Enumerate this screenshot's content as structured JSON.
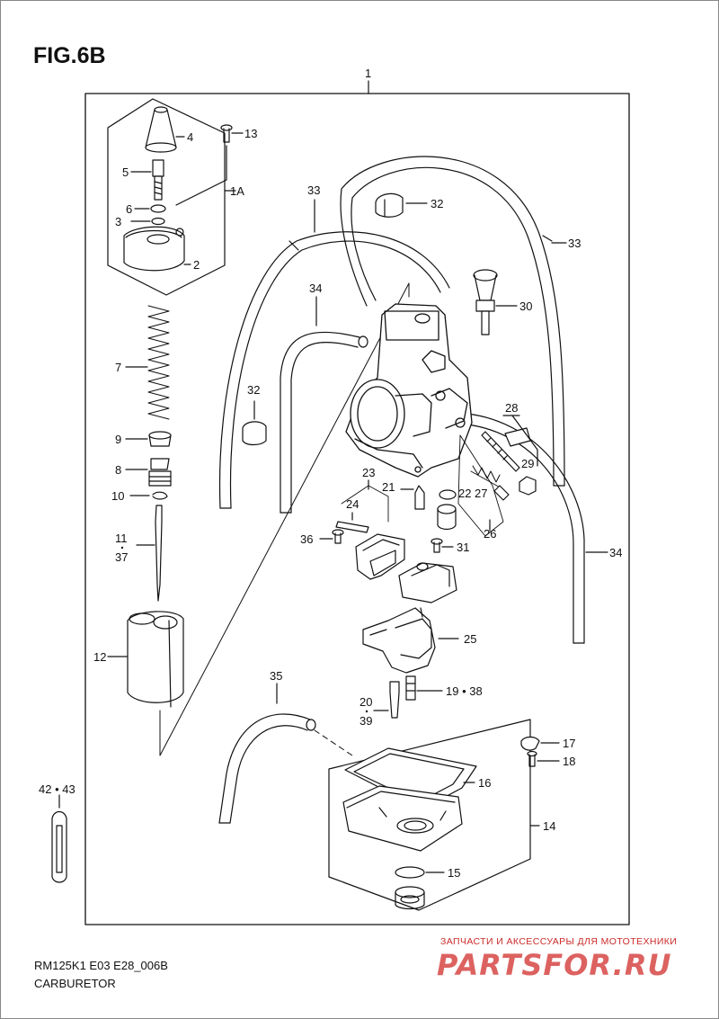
{
  "figure": {
    "title": "FIG.6B"
  },
  "footer": {
    "code": "RM125K1 E03 E28_006B",
    "name": "CARBURETOR"
  },
  "watermark": {
    "text": "ЗАПЧАСТИ И АКСЕССУАРЫ ДЛЯ МОТОТЕХНИКИ",
    "logo": "PARTSFOR.RU"
  },
  "callouts": [
    {
      "id": "c1",
      "label": "1"
    },
    {
      "id": "c13",
      "label": "13"
    },
    {
      "id": "c4",
      "label": "4"
    },
    {
      "id": "c1a",
      "label": "1A"
    },
    {
      "id": "c5",
      "label": "5"
    },
    {
      "id": "c6",
      "label": "6"
    },
    {
      "id": "c3",
      "label": "3"
    },
    {
      "id": "c2",
      "label": "2"
    },
    {
      "id": "c7",
      "label": "7"
    },
    {
      "id": "c9",
      "label": "9"
    },
    {
      "id": "c8",
      "label": "8"
    },
    {
      "id": "c10",
      "label": "10"
    },
    {
      "id": "c11",
      "label": "11"
    },
    {
      "id": "c37",
      "label": "37"
    },
    {
      "id": "c12",
      "label": "12"
    },
    {
      "id": "c4243",
      "label": "42 • 43"
    },
    {
      "id": "c33a",
      "label": "33"
    },
    {
      "id": "c33b",
      "label": "33"
    },
    {
      "id": "c32a",
      "label": "32"
    },
    {
      "id": "c32b",
      "label": "32"
    },
    {
      "id": "c34a",
      "label": "34"
    },
    {
      "id": "c34b",
      "label": "34"
    },
    {
      "id": "c30",
      "label": "30"
    },
    {
      "id": "c28",
      "label": "28"
    },
    {
      "id": "c29",
      "label": "29"
    },
    {
      "id": "c27",
      "label": "27"
    },
    {
      "id": "c26",
      "label": "26"
    },
    {
      "id": "c23",
      "label": "23"
    },
    {
      "id": "c24",
      "label": "24"
    },
    {
      "id": "c21",
      "label": "21"
    },
    {
      "id": "c22",
      "label": "22"
    },
    {
      "id": "c36",
      "label": "36"
    },
    {
      "id": "c31",
      "label": "31"
    },
    {
      "id": "c25",
      "label": "25"
    },
    {
      "id": "c35",
      "label": "35"
    },
    {
      "id": "c1938",
      "label": "19 • 38"
    },
    {
      "id": "c20",
      "label": "20"
    },
    {
      "id": "c39",
      "label": "39"
    },
    {
      "id": "c17",
      "label": "17"
    },
    {
      "id": "c18",
      "label": "18"
    },
    {
      "id": "c16",
      "label": "16"
    },
    {
      "id": "c14",
      "label": "14"
    },
    {
      "id": "c15",
      "label": "15"
    }
  ]
}
